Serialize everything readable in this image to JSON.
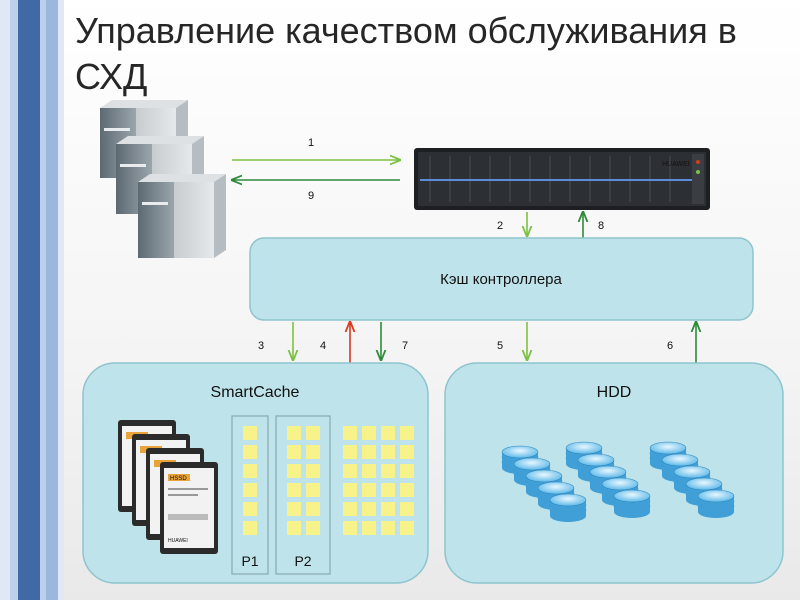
{
  "slide": {
    "title": "Управление качеством обслуживания в СХД"
  },
  "colors": {
    "stripe_dark": "#3f6aa6",
    "stripe_light": "#bcd0ea",
    "box_fill": "#bfe3ea",
    "box_stroke": "#8ec4cd",
    "arrow_green": "#7bc142",
    "arrow_dark_green": "#2e8b3a",
    "arrow_red": "#d9391e",
    "cell_yellow": "#f7f28a",
    "disk_blue": "#5bb8e8"
  },
  "diagram": {
    "cache_box_label": "Кэш контроллера",
    "smartcache_label": "SmartCache",
    "hdd_label": "HDD",
    "partition_labels": [
      "P1",
      "P2"
    ],
    "arrow_numbers": [
      "1",
      "9",
      "2",
      "8",
      "3",
      "4",
      "7",
      "5",
      "6"
    ],
    "storage_brand": "HUAWEI",
    "ssd_brand": "HUAWEI",
    "ssd_model": "HSSD"
  }
}
